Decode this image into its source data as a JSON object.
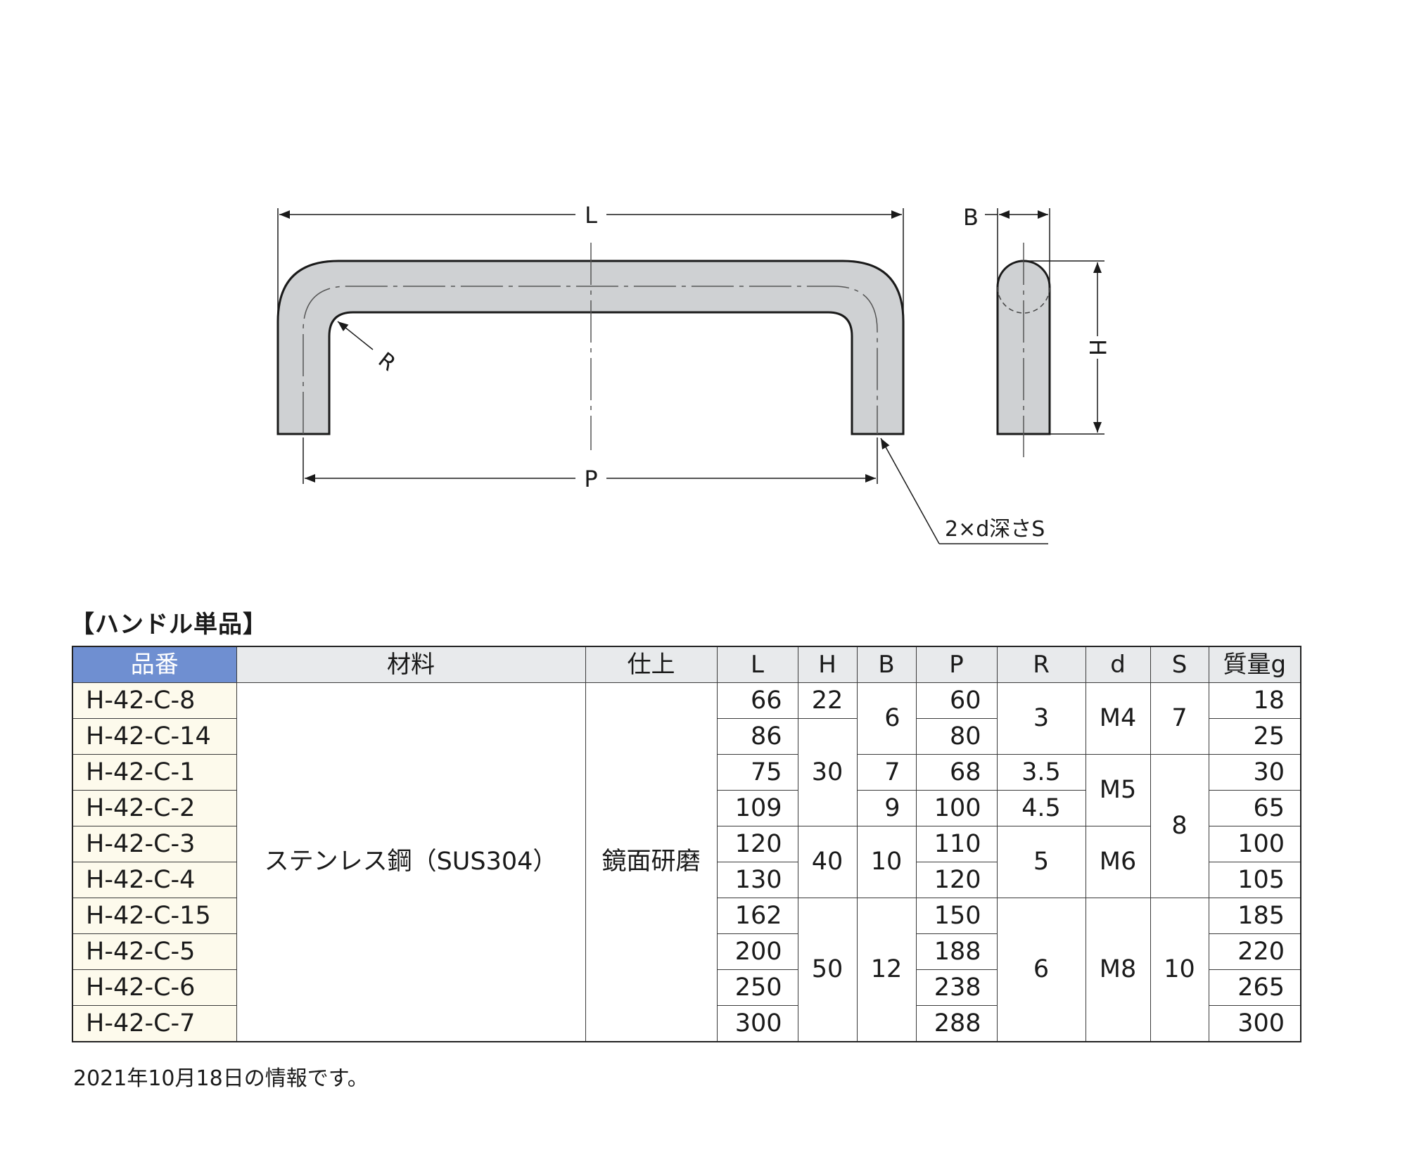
{
  "drawing": {
    "dim_L": "L",
    "dim_P": "P",
    "dim_R": "R",
    "dim_B": "B",
    "dim_H": "H",
    "hole_note": "2×d深さS"
  },
  "section_title": "【ハンドル単品】",
  "table": {
    "headers": [
      "品番",
      "材料",
      "仕上",
      "L",
      "H",
      "B",
      "P",
      "R",
      "d",
      "S",
      "質量g"
    ],
    "part_numbers": [
      "H-42-C-8",
      "H-42-C-14",
      "H-42-C-1",
      "H-42-C-2",
      "H-42-C-3",
      "H-42-C-4",
      "H-42-C-15",
      "H-42-C-5",
      "H-42-C-6",
      "H-42-C-7"
    ],
    "material": "ステンレス鋼（SUS304）",
    "finish": "鏡面研磨",
    "L": [
      "66",
      "86",
      "75",
      "109",
      "120",
      "130",
      "162",
      "200",
      "250",
      "300"
    ],
    "H": [
      "22",
      "30",
      "40",
      "50"
    ],
    "B": [
      "6",
      "7",
      "9",
      "10",
      "12"
    ],
    "P": [
      "60",
      "80",
      "68",
      "100",
      "110",
      "120",
      "150",
      "188",
      "238",
      "288"
    ],
    "R": [
      "3",
      "3.5",
      "4.5",
      "5",
      "6"
    ],
    "d": [
      "M4",
      "M5",
      "M6",
      "M8"
    ],
    "S": [
      "7",
      "8",
      "10"
    ],
    "mass": [
      "18",
      "25",
      "30",
      "65",
      "100",
      "105",
      "185",
      "220",
      "265",
      "300"
    ]
  },
  "footnote": "2021年10月18日の情報です。",
  "colors": {
    "header_part_no": "#6f8fd1",
    "header_other": "#e8eaec",
    "part_no_cell": "#fdfaec",
    "handle_fill": "#cfd1d3"
  }
}
